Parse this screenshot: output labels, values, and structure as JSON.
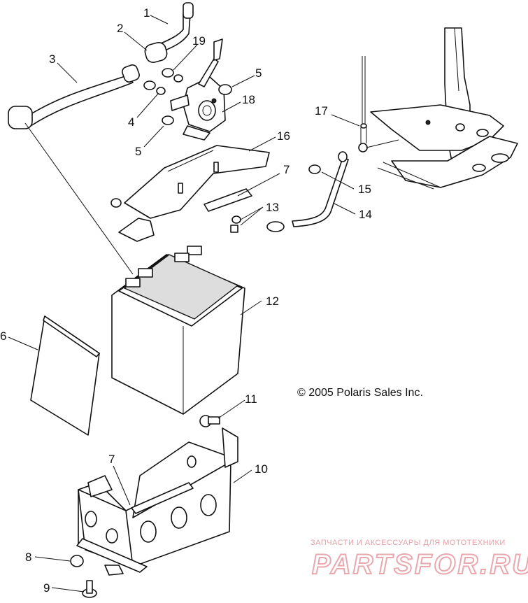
{
  "diagram": {
    "callouts": [
      {
        "id": "c1",
        "number": "1"
      },
      {
        "id": "c2",
        "number": "2"
      },
      {
        "id": "c3",
        "number": "3"
      },
      {
        "id": "c19",
        "number": "19"
      },
      {
        "id": "c5a",
        "number": "5"
      },
      {
        "id": "c18",
        "number": "18"
      },
      {
        "id": "c4",
        "number": "4"
      },
      {
        "id": "c5b",
        "number": "5"
      },
      {
        "id": "c17",
        "number": "17"
      },
      {
        "id": "c16",
        "number": "16"
      },
      {
        "id": "c7a",
        "number": "7"
      },
      {
        "id": "c15",
        "number": "15"
      },
      {
        "id": "c13",
        "number": "13"
      },
      {
        "id": "c14",
        "number": "14"
      },
      {
        "id": "c12",
        "number": "12"
      },
      {
        "id": "c6",
        "number": "6"
      },
      {
        "id": "c11",
        "number": "11"
      },
      {
        "id": "c7b",
        "number": "7"
      },
      {
        "id": "c10",
        "number": "10"
      },
      {
        "id": "c8",
        "number": "8"
      },
      {
        "id": "c9",
        "number": "9"
      }
    ],
    "copyright": "© 2005 Polaris Sales Inc."
  },
  "watermark": {
    "tagline": "ЗАПЧАСТИ И АКСЕССУАРЫ ДЛЯ МОТОТЕХНИКИ",
    "logo": "PARTSFOR.RU"
  },
  "colors": {
    "ink": "#111111",
    "background": "#ffffff",
    "watermark": "#e8a8ae"
  }
}
